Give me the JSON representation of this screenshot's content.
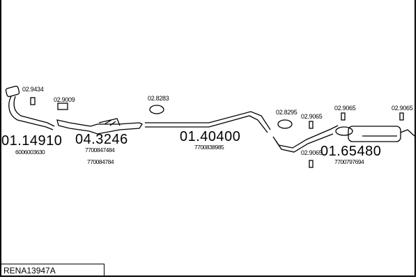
{
  "diagram_code": "RENA13947A",
  "parts": [
    {
      "id": "01.14910",
      "refs": [
        "6006003630"
      ]
    },
    {
      "id": "04.3246",
      "refs": [
        "7700847484",
        "770084784"
      ]
    },
    {
      "id": "01.40400",
      "refs": [
        "7700838985"
      ]
    },
    {
      "id": "01.65480",
      "refs": [
        "7700797694"
      ]
    }
  ],
  "accessories": [
    "02.9434",
    "02.9009",
    "02.8283",
    "02.8295",
    "02.9065",
    "02.9065",
    "02.9065",
    "02.9065"
  ]
}
